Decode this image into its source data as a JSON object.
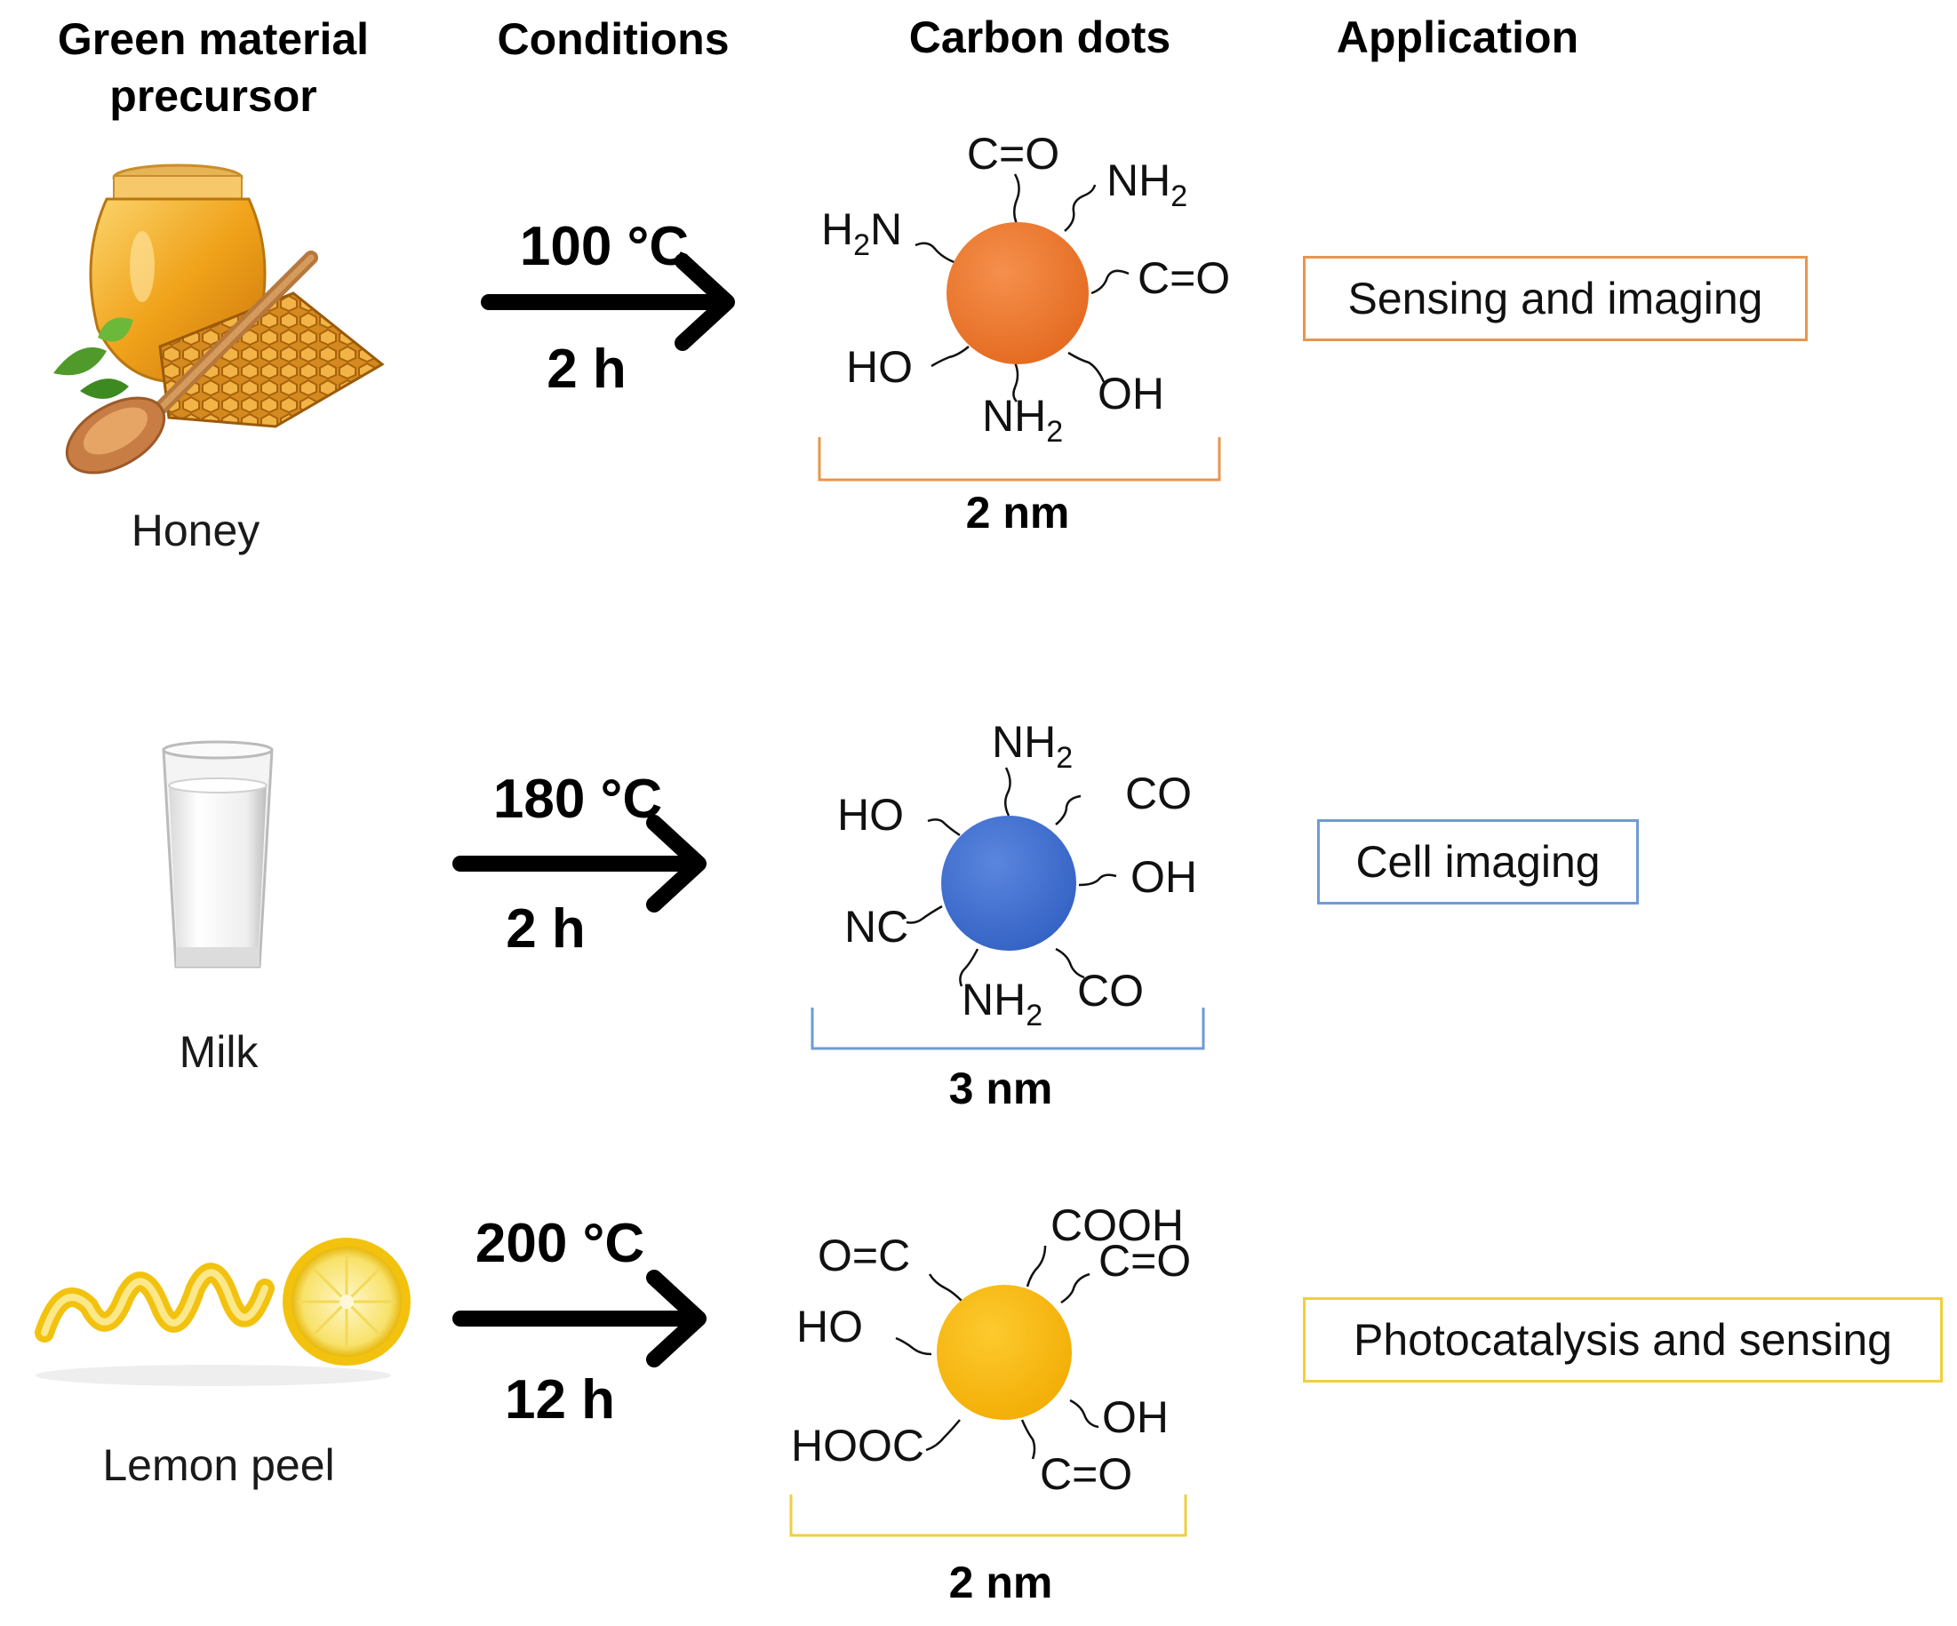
{
  "headers": {
    "precursor_line1": "Green material",
    "precursor_line2": "precursor",
    "conditions": "Conditions",
    "carbon_dots": "Carbon dots",
    "application": "Application"
  },
  "rows": [
    {
      "precursor": "Honey",
      "temperature": "100 °C",
      "time": "2 h",
      "dot_color": "#ee7530",
      "size": "2 nm",
      "application": "Sensing and imaging",
      "accent": "#e8954c",
      "groups": [
        "C=O",
        "NH2",
        "C=O",
        "OH",
        "NH2",
        "HO",
        "H2N"
      ]
    },
    {
      "precursor": "Milk",
      "temperature": "180 °C",
      "time": "2 h",
      "dot_color": "#3f6fd0",
      "size": "3 nm",
      "application": "Cell imaging",
      "accent": "#6f9ad6",
      "groups": [
        "NH2",
        "CO",
        "OH",
        "CO",
        "NH2",
        "NC",
        "HO"
      ]
    },
    {
      "precursor": "Lemon peel",
      "temperature": "200 °C",
      "time": "12 h",
      "dot_color": "#f7b90f",
      "size": "2 nm",
      "application": "Photocatalysis and sensing",
      "accent": "#f0cf40",
      "groups": [
        "COOH",
        "C=O",
        "OH",
        "C=O",
        "HOOC",
        "HO",
        "O=C"
      ]
    }
  ]
}
